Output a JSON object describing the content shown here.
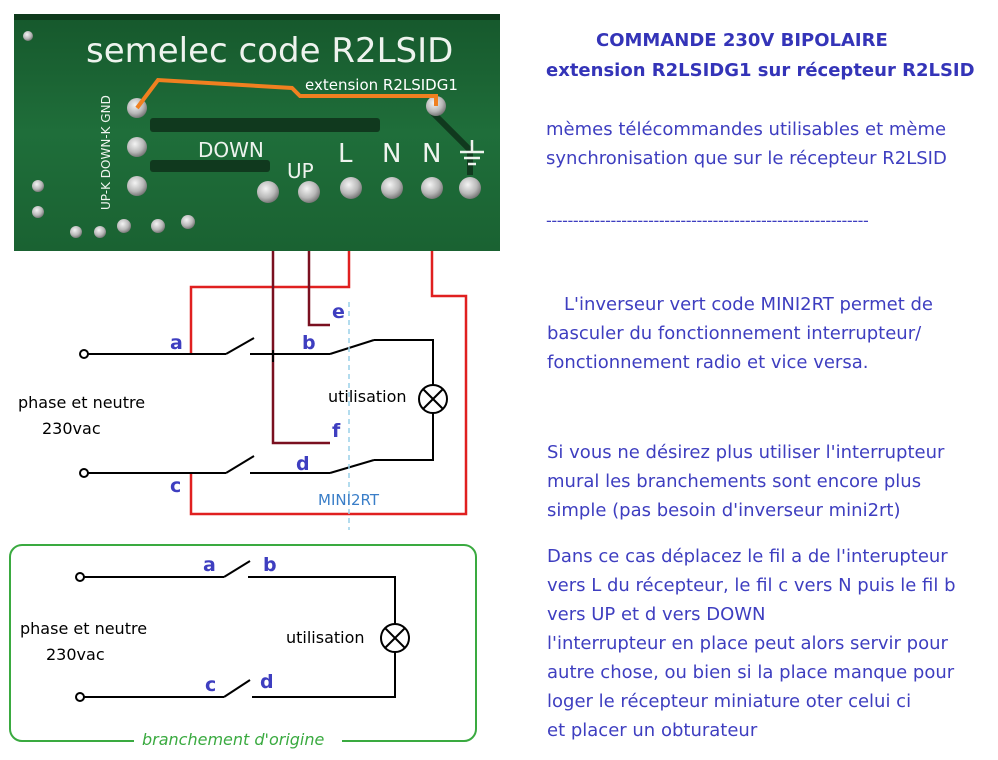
{
  "board": {
    "brand_text": "semelec code R2LSID",
    "extension_label": "extension R2LSIDG1",
    "terminal_labels": {
      "down": "DOWN",
      "up": "UP",
      "l": "L",
      "n1": "N",
      "n2": "N",
      "side": "UP-K DOWN-K GND"
    }
  },
  "title": {
    "line1": "COMMANDE 230V BIPOLAIRE",
    "line2": "extension R2LSIDG1 sur récepteur R2LSID"
  },
  "paragraphs": {
    "p1_line1": "mèmes télécommandes utilisables et mème",
    "p1_line2": "synchronisation que sur le récepteur R2LSID",
    "separator": "------------------------------------------------------------",
    "p2_line1": "L'inverseur vert code MINI2RT permet de",
    "p2_line2": "basculer du fonctionnement interrupteur/",
    "p2_line3": "fonctionnement radio et vice versa.",
    "p3_line1": "Si vous ne désirez plus utiliser l'interrupteur",
    "p3_line2": "mural les branchements sont encore plus",
    "p3_line3": "simple (pas besoin d'inverseur mini2rt)",
    "p4_line1": "Dans ce cas déplacez  le fil a de l'interupteur",
    "p4_line2": "vers L du récepteur, le fil c vers N puis le fil b",
    "p4_line3": "vers UP et d vers DOWN",
    "p4_line4": "l'interrupteur en place peut alors servir pour",
    "p4_line5": "autre chose, ou bien si la place manque pour",
    "p4_line6": "loger le récepteur miniature oter celui ci",
    "p4_line7": "et placer un obturateur"
  },
  "diagram_top": {
    "label_a": "a",
    "label_b": "b",
    "label_c": "c",
    "label_d": "d",
    "label_e": "e",
    "label_f": "f",
    "supply_line1": "phase et neutre",
    "supply_line2": "230vac",
    "load_label": "utilisation",
    "inverter_label": "MINI2RT"
  },
  "diagram_bottom": {
    "label_a": "a",
    "label_b": "b",
    "label_c": "c",
    "label_d": "d",
    "supply_line1": "phase et neutre",
    "supply_line2": "230vac",
    "load_label": "utilisation",
    "frame_caption": "branchement d'origine"
  },
  "colors": {
    "pcb_green": "#1f6e3a",
    "trace_orange": "#f08020",
    "wire_red": "#e02020",
    "wire_maroon": "#7a1020",
    "label_blue": "#3e3ec0",
    "frame_green": "#3aaa40",
    "inverter_dash": "#9ad0e8"
  }
}
